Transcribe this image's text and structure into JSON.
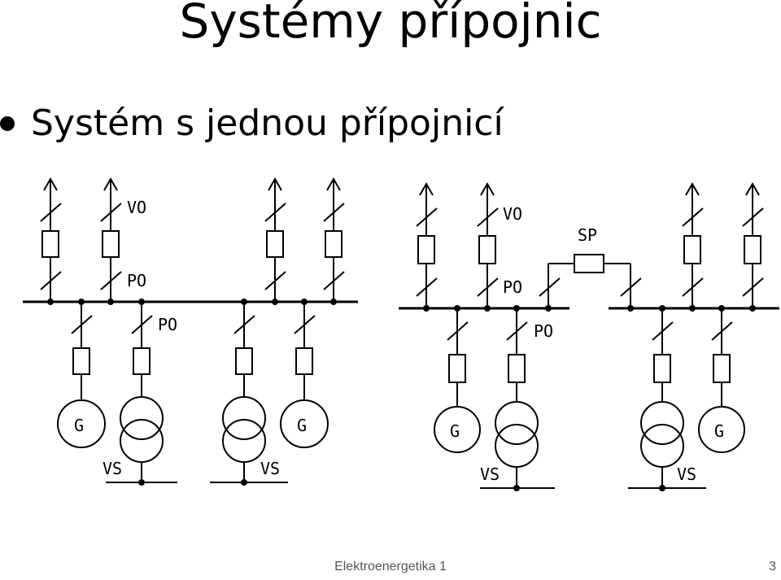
{
  "title": "Systémy přípojnic",
  "bullet": "Systém s jednou přípojnicí",
  "labels": {
    "vo": "VO",
    "po": "PO",
    "sp": "SP",
    "vs": "VS",
    "g": "G"
  },
  "footer": {
    "text": "Elektroenergetika 1",
    "page": "3"
  }
}
